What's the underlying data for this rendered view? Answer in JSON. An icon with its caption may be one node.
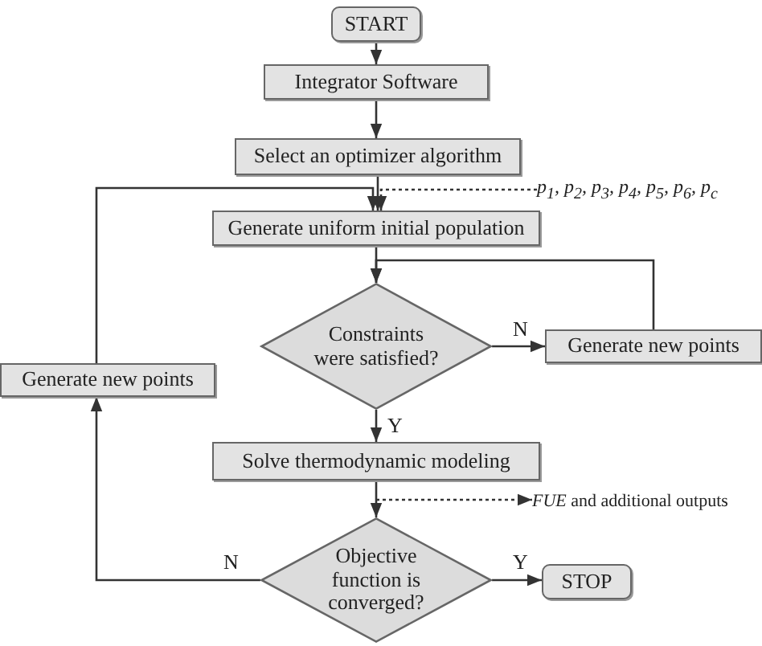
{
  "diagram": {
    "nodes": [
      {
        "text": [
          "START"
        ]
      },
      {
        "text": [
          "Integrator Software"
        ]
      },
      {
        "text": [
          "Select an optimizer algorithm"
        ]
      },
      {
        "text": [
          "p$_{1}$, p$_{2}$, p$_{3}$, p$_{4}$, p$_{5}$, p$_{6}$, p$_{c}$"
        ]
      },
      {
        "text": [
          "Generate uniform initial population"
        ]
      },
      {
        "text": [
          "Constraints were satisfied?"
        ]
      },
      {
        "text": [
          "Generate new points"
        ]
      },
      {
        "text": [
          "Generate new points"
        ]
      },
      {
        "text": [
          "Solve thermodynamic modeling"
        ]
      },
      {
        "text": [
          "*FUE* and additional outputs"
        ]
      },
      {
        "text": [
          "Objective function is converged?"
        ]
      },
      {
        "text": [
          "STOP"
        ]
      }
    ],
    "edges": [
      {
        "from": 0,
        "to": 1,
        "arrow": "to"
      },
      {
        "from": 1,
        "to": 2,
        "arrow": "to"
      },
      {
        "from": 2,
        "to": 4,
        "arrow": "to"
      },
      {
        "from": 3,
        "to": 4,
        "arrow": "to",
        "style": "dashed"
      },
      {
        "from": 4,
        "to": 5,
        "arrow": "to"
      },
      {
        "from": 5,
        "to": 6,
        "arrow": "to",
        "label": "N"
      },
      {
        "from": 6,
        "to": 5,
        "arrow": "to"
      },
      {
        "from": 5,
        "to": 8,
        "arrow": "to",
        "label": "Y"
      },
      {
        "from": 8,
        "to": 10,
        "arrow": "to"
      },
      {
        "from": 8,
        "to": 9,
        "arrow": "to",
        "style": "dashed"
      },
      {
        "from": 10,
        "to": 11,
        "arrow": "to",
        "label": "Y"
      },
      {
        "from": 10,
        "to": 7,
        "arrow": "to",
        "label": "N"
      },
      {
        "from": 7,
        "to": 4,
        "arrow": "to"
      }
    ]
  }
}
